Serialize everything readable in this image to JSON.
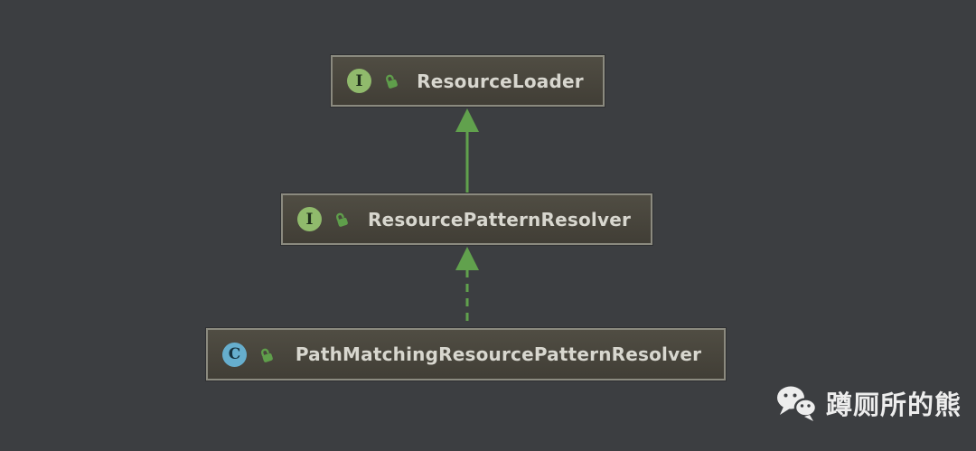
{
  "diagram": {
    "tool_style": "intellij-uml-dark",
    "nodes": [
      {
        "label": "ResourceLoader",
        "kind": "interface",
        "badge": "I",
        "visibility": "public"
      },
      {
        "label": "ResourcePatternResolver",
        "kind": "interface",
        "badge": "I",
        "visibility": "public"
      },
      {
        "label": "PathMatchingResourcePatternResolver",
        "kind": "class",
        "badge": "C",
        "visibility": "public"
      }
    ],
    "edges": [
      {
        "from": "ResourcePatternResolver",
        "to": "ResourceLoader",
        "style": "solid",
        "relation": "extends"
      },
      {
        "from": "PathMatchingResourcePatternResolver",
        "to": "ResourcePatternResolver",
        "style": "dashed",
        "relation": "implements"
      }
    ]
  },
  "watermark": {
    "text": "蹲厕所的熊",
    "icon": "wechat-icon"
  },
  "colors": {
    "background": "#3c3e41",
    "node_fill_top": "#504d43",
    "node_fill_bottom": "#413e36",
    "node_border": "#8b8a7f",
    "node_text": "#d8d7cf",
    "interface_badge": "#90ba6c",
    "class_badge": "#66aecd",
    "lock_green": "#5f9e4b",
    "arrow_green": "#61a14d",
    "watermark_text": "#ededed"
  }
}
